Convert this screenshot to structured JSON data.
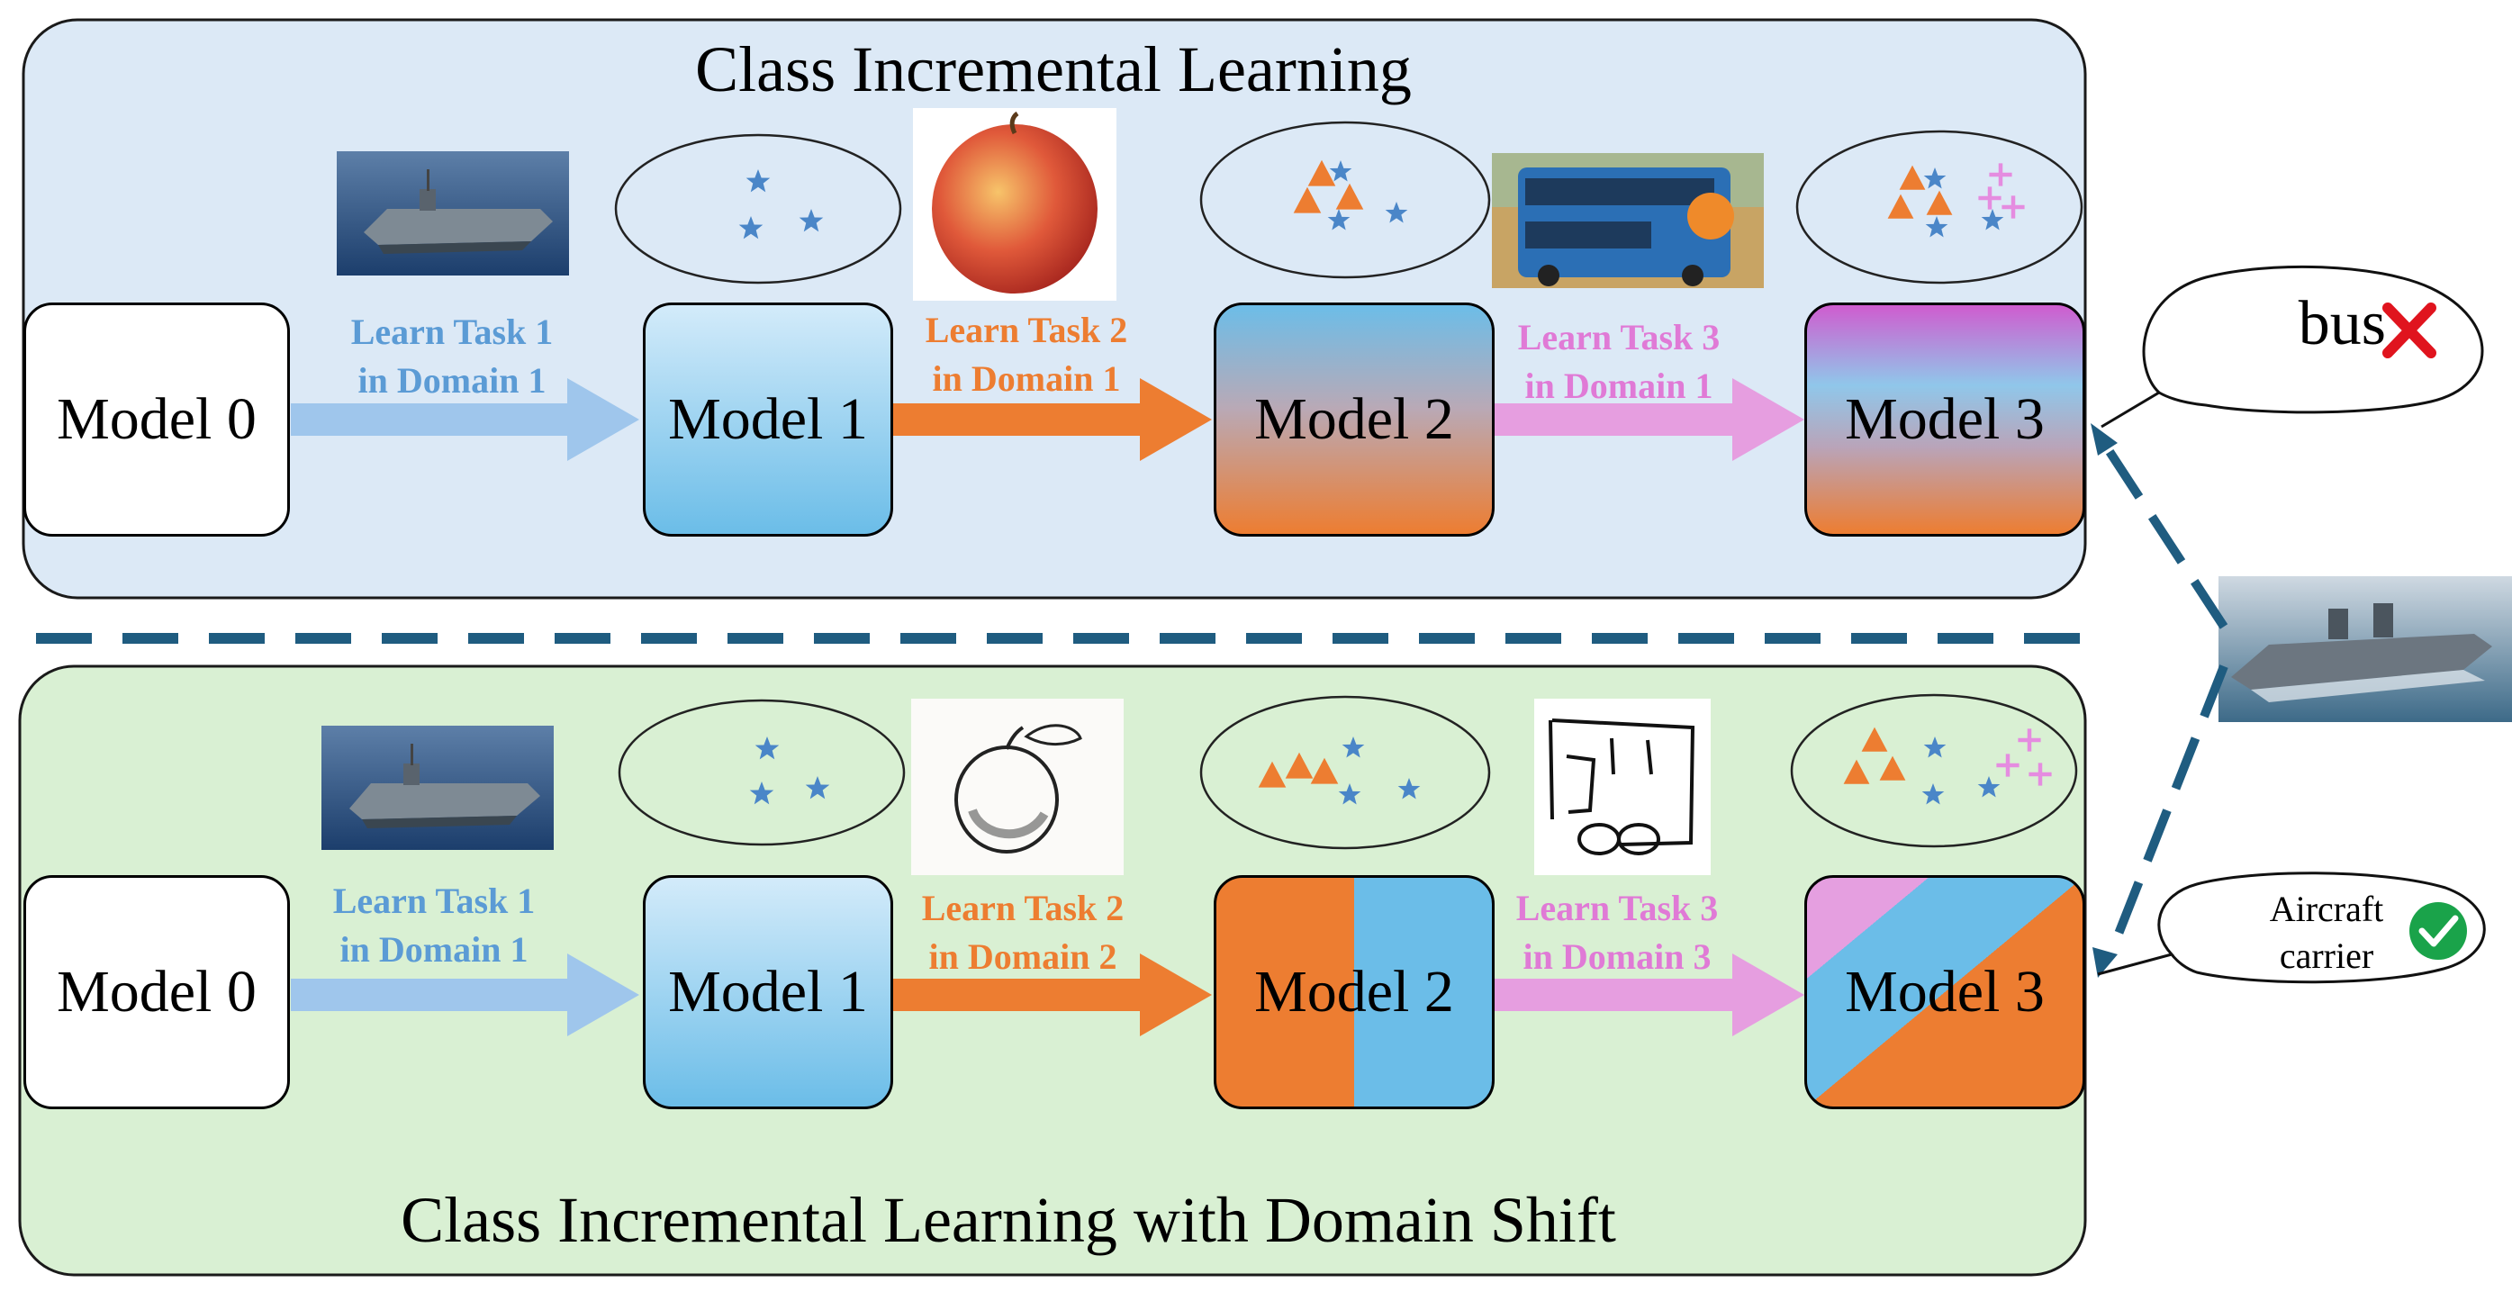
{
  "top_panel": {
    "title": "Class Incremental Learning",
    "models": [
      "Model 0",
      "Model 1",
      "Model 2",
      "Model 3"
    ],
    "edges": [
      {
        "line1": "Learn Task 1",
        "line2": "in Domain 1",
        "color": "#5b9bd5"
      },
      {
        "line1": "Learn Task 2",
        "line2": "in Domain 1",
        "color": "#ed7d31"
      },
      {
        "line1": "Learn Task 3",
        "line2": "in Domain 1",
        "color": "#e07ad6"
      }
    ],
    "prediction": "bus",
    "prediction_icon": "red-cross-icon"
  },
  "bottom_panel": {
    "title": "Class Incremental Learning with Domain Shift",
    "models": [
      "Model 0",
      "Model 1",
      "Model 2",
      "Model 3"
    ],
    "edges": [
      {
        "line1": "Learn Task 1",
        "line2": "in Domain 1",
        "color": "#5b9bd5"
      },
      {
        "line1": "Learn Task 2",
        "line2": "in Domain 2",
        "color": "#ed7d31"
      },
      {
        "line1": "Learn Task 3",
        "line2": "in Domain 3",
        "color": "#e07ad6"
      }
    ],
    "prediction_line1": "Aircraft",
    "prediction_line2": "carrier",
    "prediction_icon": "green-check-icon"
  },
  "colors": {
    "top_panel_fill": "#dce9f6",
    "bottom_panel_fill": "#d9f0d3",
    "task1_blue": "#5b9bd5",
    "task2_orange": "#ed7d31",
    "task3_pink": "#e07ad6",
    "divider": "#1f5c80",
    "star": "#4a86c8",
    "triangle": "#ed7d31",
    "plus": "#e58ce0"
  },
  "images": {
    "task1": "aircraft-carrier-photo",
    "task2_top": "apple-photo",
    "task3_top": "bus-photo",
    "task2_bottom": "apple-sketch",
    "task3_bottom": "bus-doodle",
    "query": "aircraft-carrier-query-photo"
  }
}
